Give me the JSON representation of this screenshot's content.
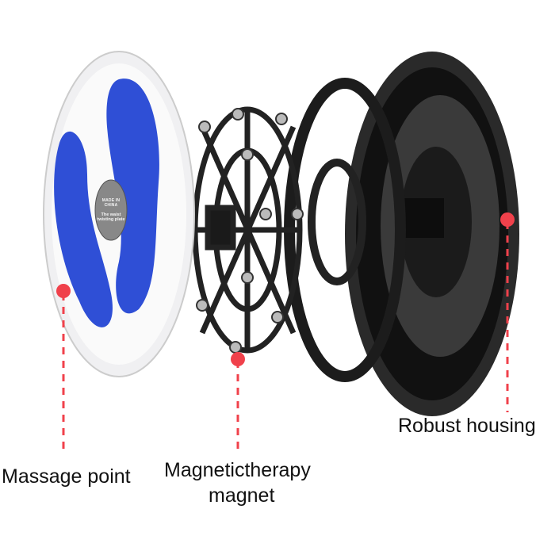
{
  "labels": {
    "massage_point": "Massage point",
    "magnet_line1": "Magnetictherapy",
    "magnet_line2": "magnet",
    "housing": "Robust housing"
  },
  "plate_badge": {
    "line1": "MADE IN CHINA",
    "line2": "The waist twisting plate"
  },
  "colors": {
    "callout": "#f0414b",
    "plate_blue": "#2f4fd6",
    "housing": "#1a1a1a"
  }
}
